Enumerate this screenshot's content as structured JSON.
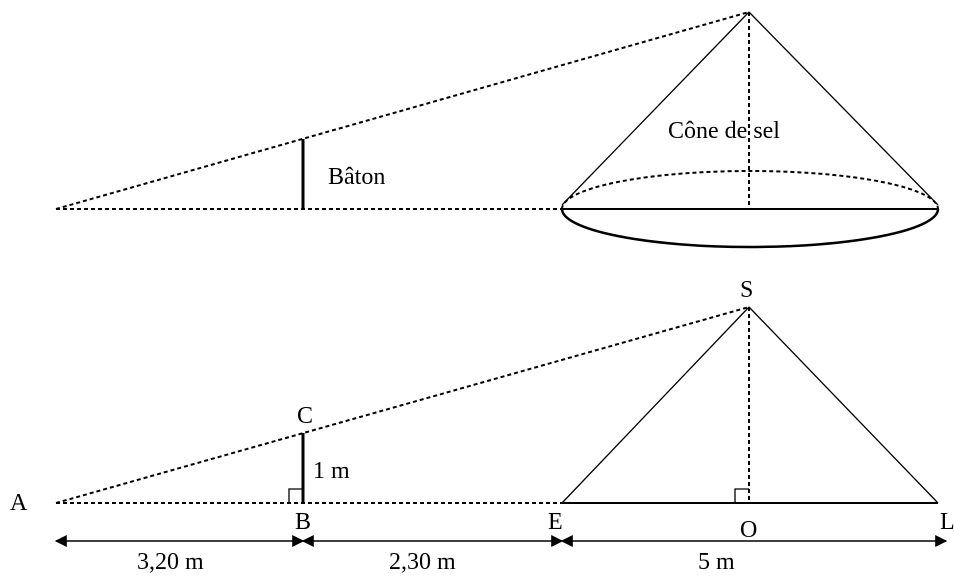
{
  "top_figure": {
    "cone_label": "Cône de sel",
    "stick_label": "Bâton"
  },
  "bottom_figure": {
    "points": {
      "A": "A",
      "B": "B",
      "C": "C",
      "E": "E",
      "O": "O",
      "L": "L",
      "S": "S"
    },
    "stick_height": "1 m",
    "dimensions": {
      "AB": "3,20 m",
      "BE": "2,30 m",
      "EL": "5 m"
    }
  }
}
